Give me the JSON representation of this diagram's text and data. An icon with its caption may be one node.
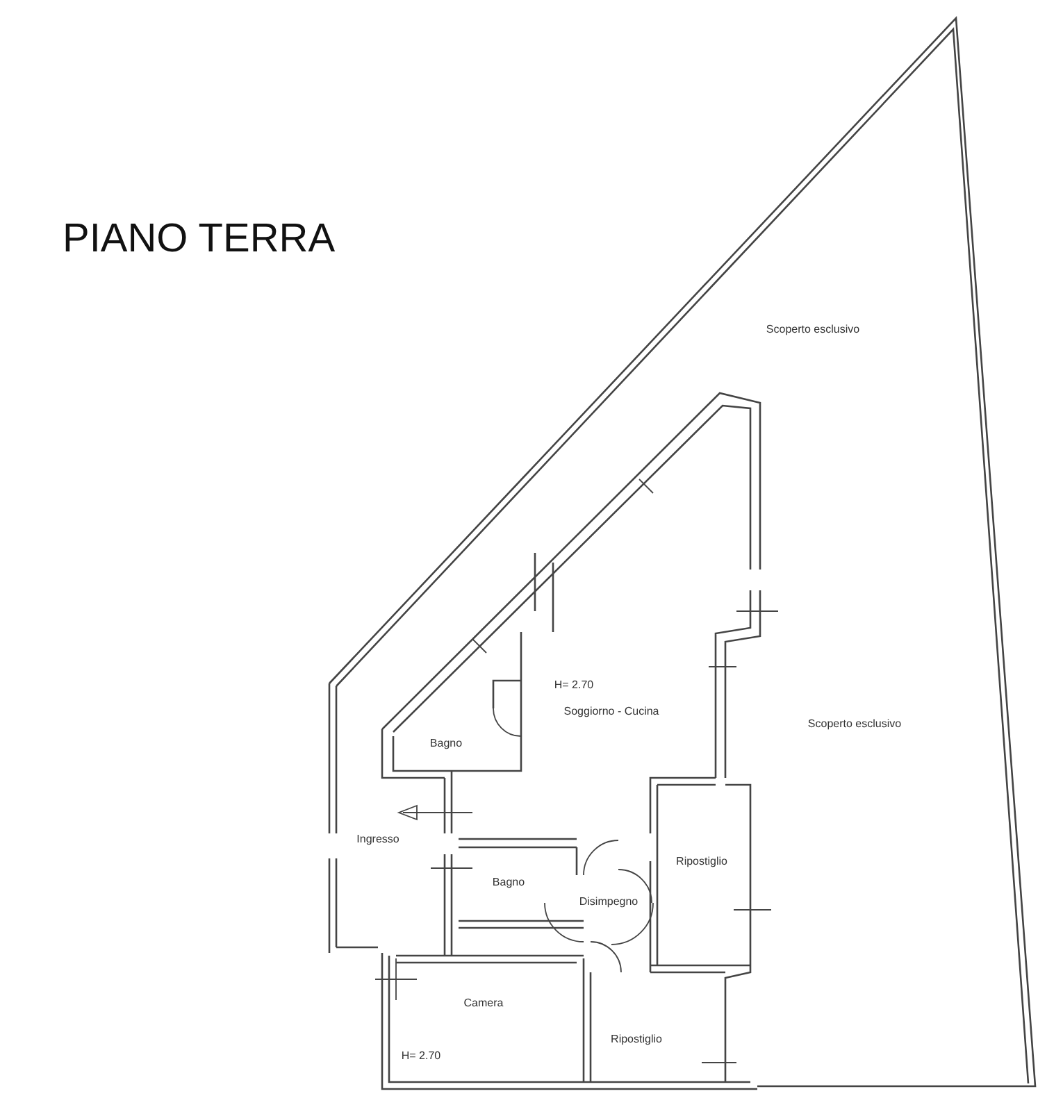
{
  "diagram": {
    "title": "PIANO TERRA",
    "labels": [
      "Scoperto esclusivo",
      "H= 2.70",
      "Soggiorno - Cucina",
      "Scoperto esclusivo",
      "Bagno",
      "Ingresso",
      "Ripostiglio",
      "Bagno",
      "Disimpegno",
      "Camera",
      "Ripostiglio",
      "H= 2.70"
    ]
  }
}
